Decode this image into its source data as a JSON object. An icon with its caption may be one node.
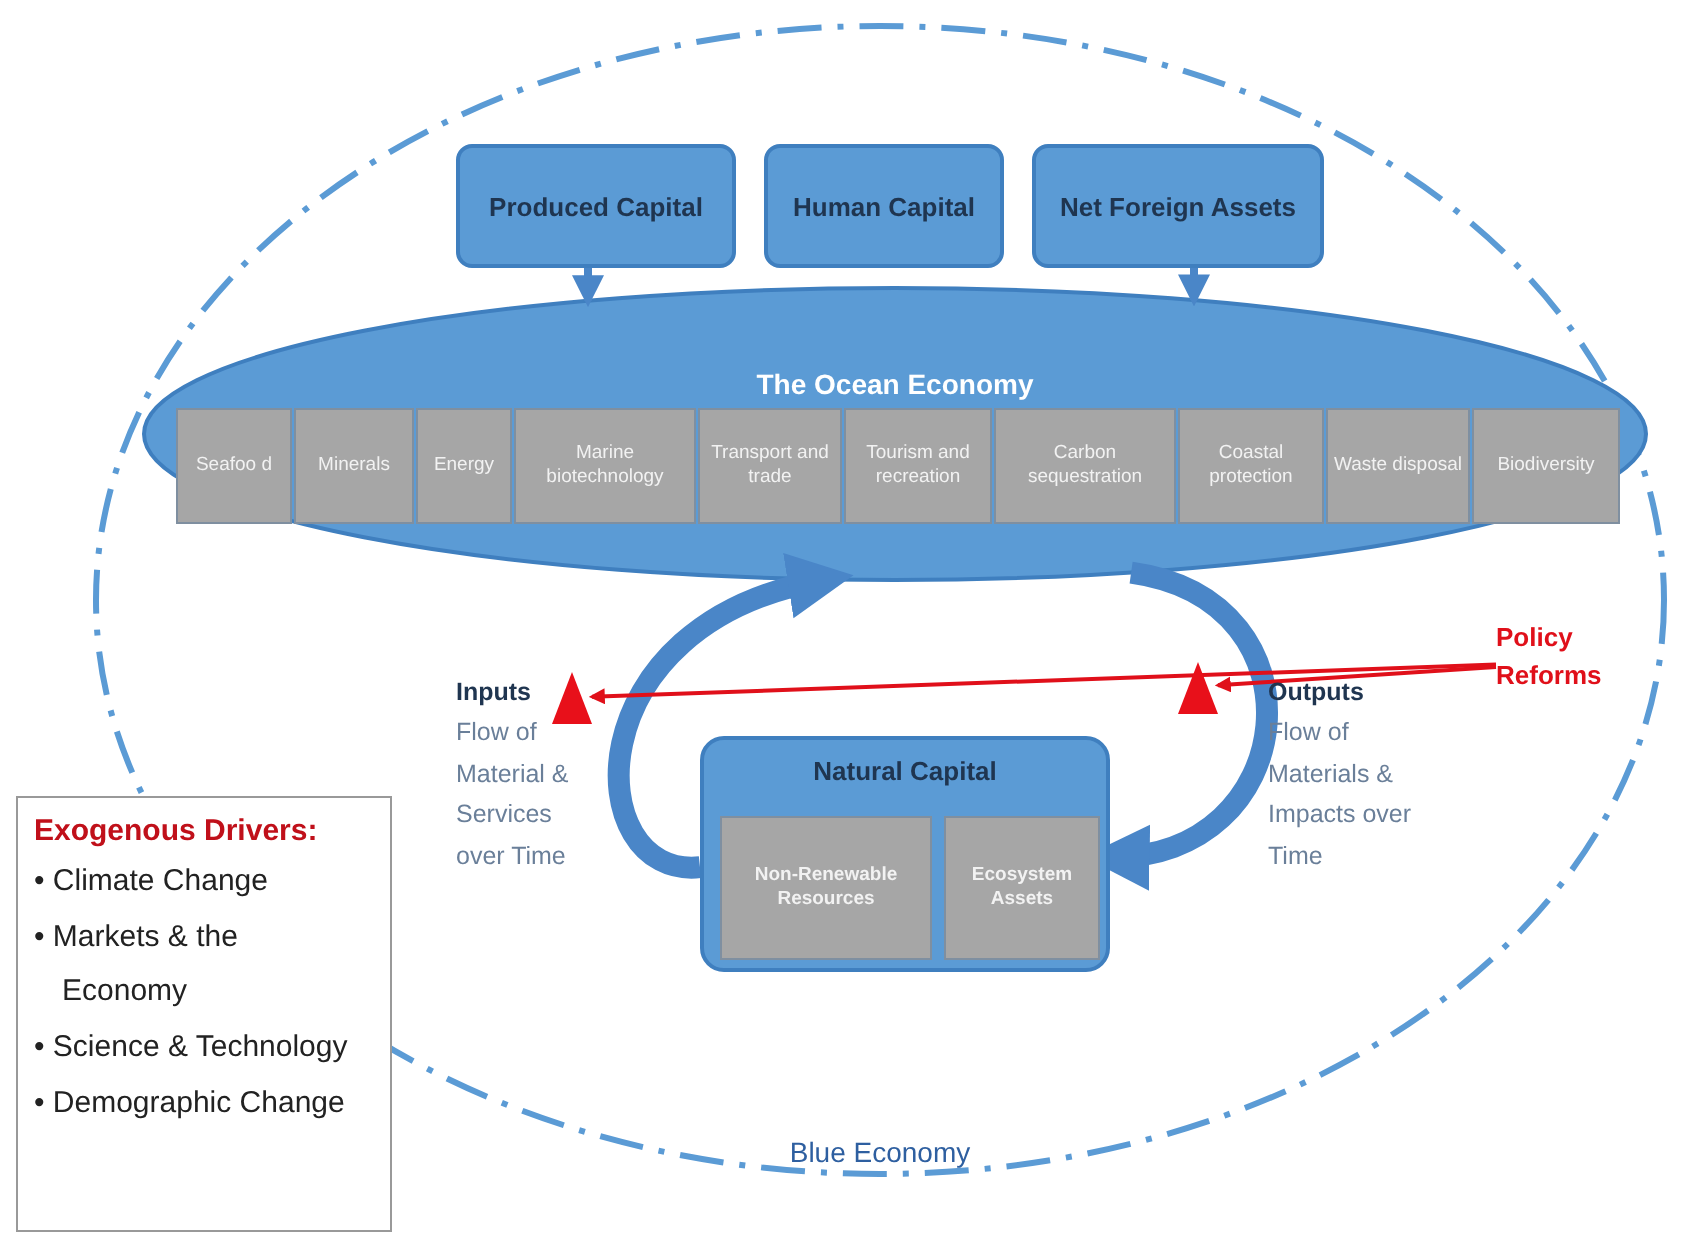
{
  "diagram": {
    "nodes": [
      {
        "text": [
          "Blue Economy"
        ]
      },
      {
        "text": [
          "Produced Capital"
        ],
        "in": 0
      },
      {
        "text": [
          "Human Capital"
        ],
        "in": 0
      },
      {
        "text": [
          "Net Foreign Assets"
        ],
        "in": 0
      },
      {
        "text": [
          "The Ocean Economy"
        ],
        "in": 0
      },
      {
        "text": [
          "Seafoo d"
        ],
        "in": 4
      },
      {
        "text": [
          "Minerals"
        ],
        "in": 4
      },
      {
        "text": [
          "Energy"
        ],
        "in": 4
      },
      {
        "text": [
          "Marine biotechnology"
        ],
        "in": 4
      },
      {
        "text": [
          "Transport and trade"
        ],
        "in": 4
      },
      {
        "text": [
          "Tourism and recreation"
        ],
        "in": 4
      },
      {
        "text": [
          "Carbon sequestration"
        ],
        "in": 4
      },
      {
        "text": [
          "Coastal protection"
        ],
        "in": 4
      },
      {
        "text": [
          "Waste disposal"
        ],
        "in": 4
      },
      {
        "text": [
          "Biodiversity"
        ],
        "in": 4
      },
      {
        "text": [
          "Natural Capital"
        ],
        "in": 0
      },
      {
        "text": [
          "Non-Renewable Resources"
        ],
        "in": 15
      },
      {
        "text": [
          "Ecosystem Assets"
        ],
        "in": 15
      },
      {
        "text": [],
        "shape": "triangle",
        "in": 0
      },
      {
        "text": [],
        "shape": "triangle",
        "in": 0
      },
      {
        "text": [
          "Policy Reforms"
        ],
        "in": 0
      },
      {
        "text": [
          "Exogenous Drivers:",
          "• Climate Change",
          "• Markets & the Economy",
          "• Science & Technology",
          "• Demographic Change"
        ]
      }
    ],
    "edges": [
      {
        "from": 1,
        "to": 4,
        "arrow": "to"
      },
      {
        "from": 3,
        "to": 4,
        "arrow": "to"
      },
      {
        "from": 15,
        "to": 4,
        "arrow": "to",
        "style": "thick"
      },
      {
        "from": 4,
        "to": 15,
        "arrow": "to",
        "style": "thick"
      },
      {
        "from": 20,
        "to": 18,
        "arrow": "to",
        "color": "#e0101a"
      },
      {
        "from": 20,
        "to": 19,
        "arrow": "to",
        "color": "#e0101a"
      }
    ],
    "labels": [
      "Inputs",
      "Flow of Material & Services over Time",
      "Outputs",
      "Flow of Materials & Impacts over Time"
    ]
  }
}
